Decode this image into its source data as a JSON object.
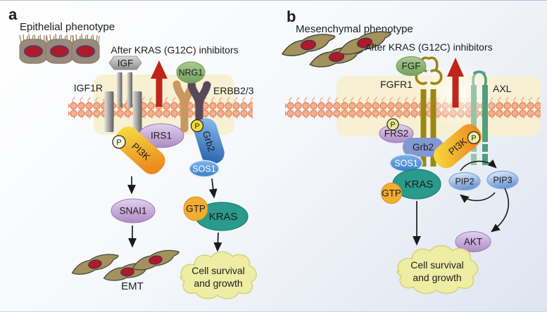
{
  "figure": {
    "panel_a": {
      "label": "a",
      "phenotype": "Epithelial phenotype",
      "inhibitor_note": "After KRAS (G12C) inhibitors",
      "ligand_igf": "IGF",
      "receptor_igf1r": "IGF1R",
      "ligand_nrg1": "NRG1",
      "receptor_erbb23": "ERBB2/3",
      "phospho": "P",
      "irs1": "IRS1",
      "pi3k": "PI3K",
      "grb2": "Grb2",
      "sos1": "SOS1",
      "snai1": "SNAI1",
      "gtp": "GTP",
      "kras": "KRAS",
      "emt": "EMT",
      "outcome_line1": "Cell survival",
      "outcome_line2": "and growth"
    },
    "panel_b": {
      "label": "b",
      "phenotype": "Mesenchymal phenotype",
      "inhibitor_note": "After KRAS (G12C) inhibitors",
      "ligand_fgf": "FGF",
      "receptor_fgfr1": "FGFR1",
      "receptor_axl": "AXL",
      "phospho": "P",
      "frs2": "FRS2",
      "grb2": "Grb2",
      "pi3k": "PI3K",
      "sos1": "SOS1",
      "gtp": "GTP",
      "kras": "KRAS",
      "pip2": "PIP2",
      "pip3": "PIP3",
      "akt": "AKT",
      "outcome_line1": "Cell survival",
      "outcome_line2": "and growth"
    },
    "colors": {
      "background_top": "#ffffff",
      "background_bottom": "#dde4ef",
      "upregulation_arrow_red": "#bf2619",
      "membrane_lipid": "#f3b092",
      "membrane_outline": "#e08158",
      "inner_glow_yellow": "#f8f0d2",
      "kras_teal": "#2a9a8c",
      "gtp_orange": "#f2ad33",
      "pi3k_yellow": "#f7df3f",
      "pi3k_orange": "#ee8a1e",
      "grb2_blue": "#4a86c8",
      "purple_protein": "#b48fcc",
      "ligand_green": "#84ae6b",
      "fgfr1_olive": "#9c8714",
      "axl_green": "#4f9e7e",
      "erbb_tan": "#c9985f",
      "erbb_dark": "#57495a",
      "cloud_yellow": "#ededa4",
      "cell_body_tan": "#a3925c",
      "nucleus_red": "#b0192a"
    }
  }
}
